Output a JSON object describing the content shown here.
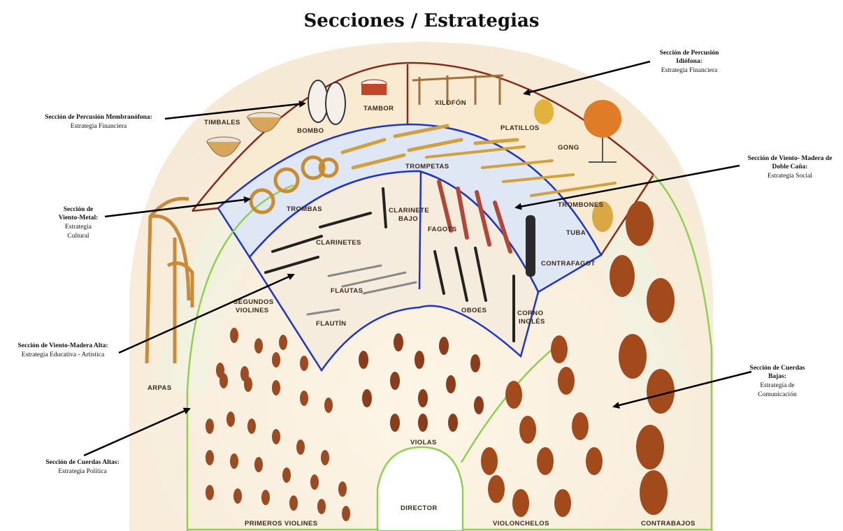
{
  "title": "Secciones / Estrategias",
  "colors": {
    "percussion_border": "#8a2b1a",
    "winds_border": "#1f35c8",
    "strings_border": "#8fd14f",
    "arrow": "#000000"
  },
  "stage_labels": {
    "timbales": "TIMBALES",
    "bombo": "BOMBO",
    "tambor": "TAMBOR",
    "xilofon": "XILOFÓN",
    "platillos": "PLATILLOS",
    "gong": "GONG",
    "trompetas": "TROMPETAS",
    "trombas": "TROMBAS",
    "trombones": "TROMBONES",
    "tuba": "TUBA",
    "clarinete_bajo_1": "CLARINETE",
    "clarinete_bajo_2": "BAJO",
    "clarinetes": "CLARINETES",
    "fagots": "FAGOTS",
    "contrafagot": "CONTRAFAGOT",
    "flautas": "FLAUTAS",
    "flautin": "FLAUTÍN",
    "oboes": "OBOES",
    "corno_1": "CORNO",
    "corno_2": "INGLÉS",
    "segundos_1": "SEGUNDOS",
    "segundos_2": "VIOLINES",
    "arpas": "ARPAS",
    "violas": "VIOLAS",
    "primeros": "PRIMEROS VIOLINES",
    "director": "DIRECTOR",
    "violonchelos": "VIOLONCHELOS",
    "contrabajos": "CONTRABAJOS"
  },
  "annotations": {
    "percusion_membranofona": {
      "title": "Sección de Percusión Membranófona:",
      "strategy": "Estrategia Financiera"
    },
    "percusion_idiofona": {
      "title_1": "Sección de Percusión",
      "title_2": "Idiófona:",
      "strategy": "Estrategia Financiera"
    },
    "viento_metal": {
      "title_1": "Sección de",
      "title_2": "Viento-Metal:",
      "strategy_1": "Estrategia",
      "strategy_2": "Cultural"
    },
    "viento_madera_doble": {
      "title_1": "Sección de Viento- Madera de",
      "title_2": "Doble Caña:",
      "strategy": "Estrategia Social"
    },
    "viento_madera_alta": {
      "title": "Sección de Viento-Madera Alta:",
      "strategy": "Estrategia Educativa - Artística"
    },
    "cuerdas_bajas": {
      "title_1": "Sección de Cuerdas",
      "title_2": "Bajas:",
      "strategy_1": "Estrategia de",
      "strategy_2": "Comunicación"
    },
    "cuerdas_altas": {
      "title": "Sección de Cuerdas Altas:",
      "strategy": "Estrategia Política"
    }
  }
}
